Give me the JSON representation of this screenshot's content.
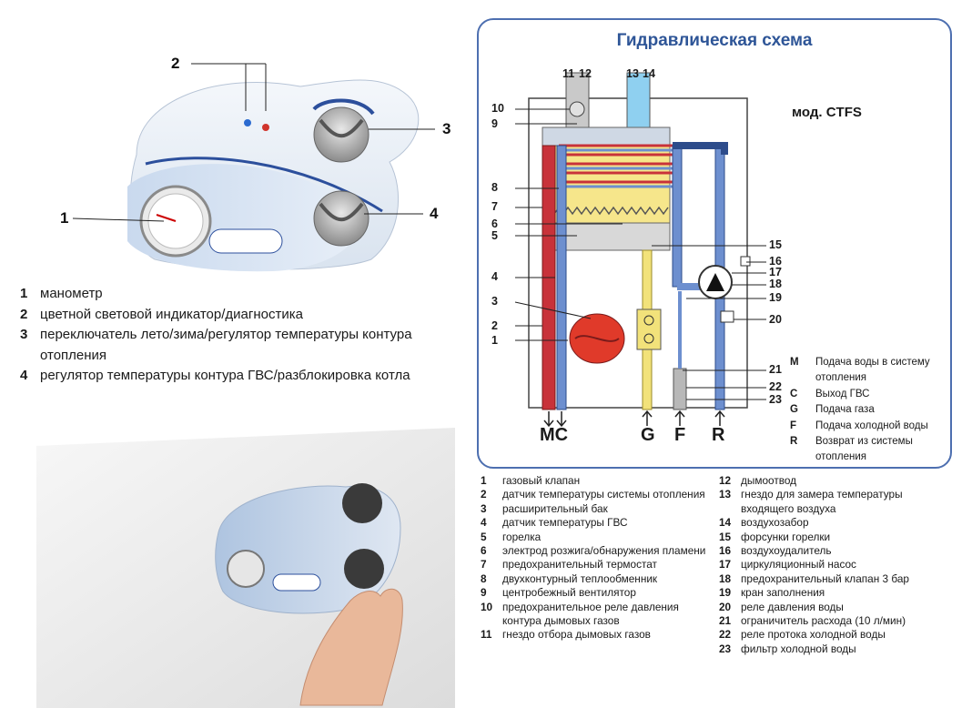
{
  "control_panel_callouts": [
    "2",
    "3",
    "1",
    "4"
  ],
  "control_panel_legend": [
    {
      "num": "1",
      "text": "манометр"
    },
    {
      "num": "2",
      "text": "цветной световой индикатор/диагностика"
    },
    {
      "num": "3",
      "text": "переключатель лето/зима/регулятор температуры контура отопления"
    },
    {
      "num": "4",
      "text": "регулятор температуры контура ГВС/разблокировка котла"
    }
  ],
  "schema": {
    "title": "Гидравлическая схема",
    "model": "мод. CTFS",
    "left_numbers": [
      "10",
      "9",
      "8",
      "7",
      "6",
      "5",
      "4",
      "3",
      "2",
      "1"
    ],
    "top_numbers": [
      "11",
      "12",
      "13",
      "14"
    ],
    "right_numbers": [
      "15",
      "16",
      "17",
      "18",
      "19",
      "20",
      "21",
      "22",
      "23"
    ],
    "connections": [
      "MC",
      "G",
      "F",
      "R"
    ],
    "keys": [
      {
        "k": "M",
        "v": "Подача воды в систему отопления"
      },
      {
        "k": "C",
        "v": "Выход ГВС"
      },
      {
        "k": "G",
        "v": "Подача газа"
      },
      {
        "k": "F",
        "v": "Подача холодной воды"
      },
      {
        "k": "R",
        "v": "Возврат из системы отопления"
      }
    ]
  },
  "parts_legend_left": [
    {
      "n": "1",
      "t": "газовый клапан"
    },
    {
      "n": "2",
      "t": "датчик температуры системы отопления"
    },
    {
      "n": "3",
      "t": "расширительный бак"
    },
    {
      "n": "4",
      "t": "датчик температуры ГВС"
    },
    {
      "n": "5",
      "t": "горелка"
    },
    {
      "n": "6",
      "t": "электрод розжига/обнаружения пламени"
    },
    {
      "n": "7",
      "t": "предохранительный термостат"
    },
    {
      "n": "8",
      "t": "двухконтурный теплообменник"
    },
    {
      "n": "9",
      "t": "центробежный вентилятор"
    },
    {
      "n": "10",
      "t": "предохранительное реле давления контура дымовых газов"
    },
    {
      "n": "11",
      "t": "гнездо отбора дымовых газов"
    }
  ],
  "parts_legend_right": [
    {
      "n": "12",
      "t": "дымоотвод"
    },
    {
      "n": "13",
      "t": "гнездо для замера температуры входящего воздуха"
    },
    {
      "n": "14",
      "t": "воздухозабор"
    },
    {
      "n": "15",
      "t": "форсунки горелки"
    },
    {
      "n": "16",
      "t": "воздухоудалитель"
    },
    {
      "n": "17",
      "t": "циркуляционный насос"
    },
    {
      "n": "18",
      "t": "предохранительный клапан 3 бар"
    },
    {
      "n": "19",
      "t": "кран заполнения"
    },
    {
      "n": "20",
      "t": "реле давления воды"
    },
    {
      "n": "21",
      "t": "ограничитель расхода (10 л/мин)"
    },
    {
      "n": "22",
      "t": "реле протока холодной воды"
    },
    {
      "n": "23",
      "t": "фильтр холодной воды"
    }
  ],
  "colors": {
    "accent_blue": "#2e5597",
    "frame_blue": "#4d6fb0",
    "hot_pipe": "#c8323a",
    "cold_pipe": "#6d8fcf",
    "gas_pipe": "#f2e27a",
    "burner_yellow": "#f6e68b"
  }
}
